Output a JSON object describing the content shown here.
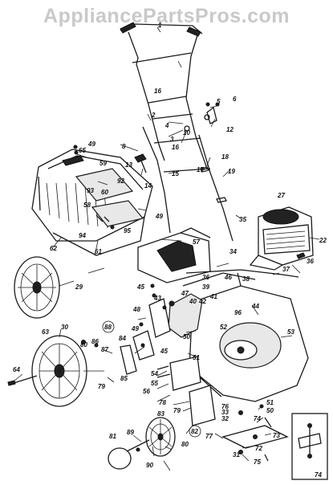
{
  "watermark": "AppliancePartsPros.com",
  "labels": [
    {
      "id": "l1",
      "text": "1"
    },
    {
      "id": "l2",
      "text": "2"
    },
    {
      "id": "l3",
      "text": "3"
    },
    {
      "id": "l4",
      "text": "4"
    },
    {
      "id": "l5",
      "text": "5"
    },
    {
      "id": "l6",
      "text": "6"
    },
    {
      "id": "l8",
      "text": "8"
    },
    {
      "id": "l10",
      "text": "10"
    },
    {
      "id": "l12",
      "text": "12"
    },
    {
      "id": "l13",
      "text": "13"
    },
    {
      "id": "l14",
      "text": "14"
    },
    {
      "id": "l15",
      "text": "15"
    },
    {
      "id": "l16a",
      "text": "16"
    },
    {
      "id": "l16b",
      "text": "16"
    },
    {
      "id": "l17",
      "text": "17"
    },
    {
      "id": "l18",
      "text": "18"
    },
    {
      "id": "l19",
      "text": "19"
    },
    {
      "id": "l22",
      "text": "22"
    },
    {
      "id": "l27",
      "text": "27"
    },
    {
      "id": "l29",
      "text": "29"
    },
    {
      "id": "l30",
      "text": "30"
    },
    {
      "id": "l31",
      "text": "31"
    },
    {
      "id": "l32",
      "text": "32"
    },
    {
      "id": "l33",
      "text": "33"
    },
    {
      "id": "l34",
      "text": "34"
    },
    {
      "id": "l35",
      "text": "35"
    },
    {
      "id": "l36a",
      "text": "36"
    },
    {
      "id": "l36b",
      "text": "36"
    },
    {
      "id": "l37",
      "text": "37"
    },
    {
      "id": "l38",
      "text": "38"
    },
    {
      "id": "l39",
      "text": "39"
    },
    {
      "id": "l40",
      "text": "40"
    },
    {
      "id": "l41",
      "text": "41"
    },
    {
      "id": "l42",
      "text": "42"
    },
    {
      "id": "l43",
      "text": "43"
    },
    {
      "id": "l44",
      "text": "44"
    },
    {
      "id": "l45a",
      "text": "45"
    },
    {
      "id": "l45b",
      "text": "45"
    },
    {
      "id": "l46",
      "text": "46"
    },
    {
      "id": "l47",
      "text": "47"
    },
    {
      "id": "l48",
      "text": "48"
    },
    {
      "id": "l49a",
      "text": "49"
    },
    {
      "id": "l49b",
      "text": "49"
    },
    {
      "id": "l49c",
      "text": "49"
    },
    {
      "id": "l50a",
      "text": "50"
    },
    {
      "id": "l50b",
      "text": "50"
    },
    {
      "id": "l51a",
      "text": "51"
    },
    {
      "id": "l51b",
      "text": "51"
    },
    {
      "id": "l52",
      "text": "52"
    },
    {
      "id": "l53",
      "text": "53"
    },
    {
      "id": "l54",
      "text": "54"
    },
    {
      "id": "l55",
      "text": "55"
    },
    {
      "id": "l56",
      "text": "56"
    },
    {
      "id": "l57",
      "text": "57"
    },
    {
      "id": "l58",
      "text": "58"
    },
    {
      "id": "l59",
      "text": "59"
    },
    {
      "id": "l60",
      "text": "60"
    },
    {
      "id": "l61",
      "text": "61"
    },
    {
      "id": "l62",
      "text": "62"
    },
    {
      "id": "l63",
      "text": "63"
    },
    {
      "id": "l64",
      "text": "64"
    },
    {
      "id": "l65",
      "text": "65"
    },
    {
      "id": "l72",
      "text": "72"
    },
    {
      "id": "l73",
      "text": "73"
    },
    {
      "id": "l74a",
      "text": "74"
    },
    {
      "id": "l74b",
      "text": "74"
    },
    {
      "id": "l75",
      "text": "75"
    },
    {
      "id": "l76",
      "text": "76"
    },
    {
      "id": "l77",
      "text": "77"
    },
    {
      "id": "l78",
      "text": "78"
    },
    {
      "id": "l79a",
      "text": "79"
    },
    {
      "id": "l79b",
      "text": "79"
    },
    {
      "id": "l80a",
      "text": "80"
    },
    {
      "id": "l80b",
      "text": "80"
    },
    {
      "id": "l81",
      "text": "81"
    },
    {
      "id": "l82",
      "text": "82"
    },
    {
      "id": "l83",
      "text": "83"
    },
    {
      "id": "l84",
      "text": "84"
    },
    {
      "id": "l85",
      "text": "85"
    },
    {
      "id": "l86",
      "text": "86"
    },
    {
      "id": "l87",
      "text": "87"
    },
    {
      "id": "l88",
      "text": "88"
    },
    {
      "id": "l89",
      "text": "89"
    },
    {
      "id": "l90",
      "text": "90"
    },
    {
      "id": "l92",
      "text": "92"
    },
    {
      "id": "l93",
      "text": "93"
    },
    {
      "id": "l94",
      "text": "94"
    },
    {
      "id": "l95",
      "text": "95"
    },
    {
      "id": "l96",
      "text": "96"
    }
  ]
}
